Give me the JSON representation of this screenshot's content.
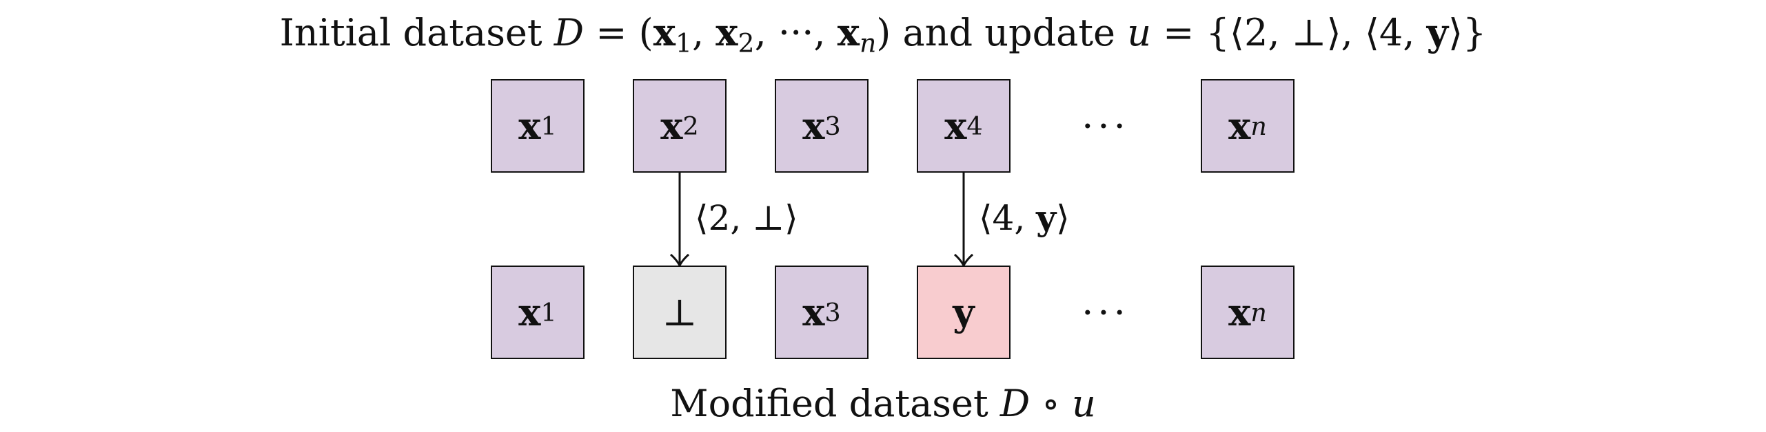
{
  "title_top": {
    "prefix": "Initial dataset ",
    "D": "D",
    "eq": " = (",
    "x": "x",
    "s1": "1",
    "s2": "2",
    "sn": "n",
    "sep": ", ",
    "dots": "···",
    "close": ")",
    "and_update": " and update ",
    "u": "u",
    "eq2": " = {⟨2, ⊥⟩, ⟨4, ",
    "y": "y",
    "end": "⟩}"
  },
  "title_bottom": {
    "prefix": "Modified dataset ",
    "D": "D",
    "circ": " ∘ ",
    "u": "u"
  },
  "initial_row": [
    {
      "var": "x",
      "sub": "1",
      "sub_italic": false,
      "color": "#d8cbe0"
    },
    {
      "var": "x",
      "sub": "2",
      "sub_italic": false,
      "color": "#d8cbe0"
    },
    {
      "var": "x",
      "sub": "3",
      "sub_italic": false,
      "color": "#d8cbe0"
    },
    {
      "var": "x",
      "sub": "4",
      "sub_italic": false,
      "color": "#d8cbe0"
    },
    {
      "ellipsis": "···"
    },
    {
      "var": "x",
      "sub": "n",
      "sub_italic": true,
      "color": "#d8cbe0"
    }
  ],
  "modified_row": [
    {
      "var": "x",
      "sub": "1",
      "sub_italic": false,
      "color": "#d8cbe0"
    },
    {
      "var": "⊥",
      "plain": true,
      "sub": "",
      "color": "#e6e6e6"
    },
    {
      "var": "x",
      "sub": "3",
      "sub_italic": false,
      "color": "#d8cbe0"
    },
    {
      "var": "y",
      "sub": "",
      "color": "#f8cccf"
    },
    {
      "ellipsis": "···"
    },
    {
      "var": "x",
      "sub": "n",
      "sub_italic": true,
      "color": "#d8cbe0"
    }
  ],
  "arrows": [
    {
      "from_index": 1,
      "label_pre": "⟨2, ",
      "label_bold": "",
      "label_sym": "⊥",
      "label_post": "⟩"
    },
    {
      "from_index": 3,
      "label_pre": "⟨4, ",
      "label_bold": "y",
      "label_sym": "",
      "label_post": "⟩"
    }
  ],
  "colors": {
    "purple_cell": "#d8cbe0",
    "deleted_cell": "#e6e6e6",
    "updated_cell": "#f8cccf",
    "stroke": "#111111"
  }
}
